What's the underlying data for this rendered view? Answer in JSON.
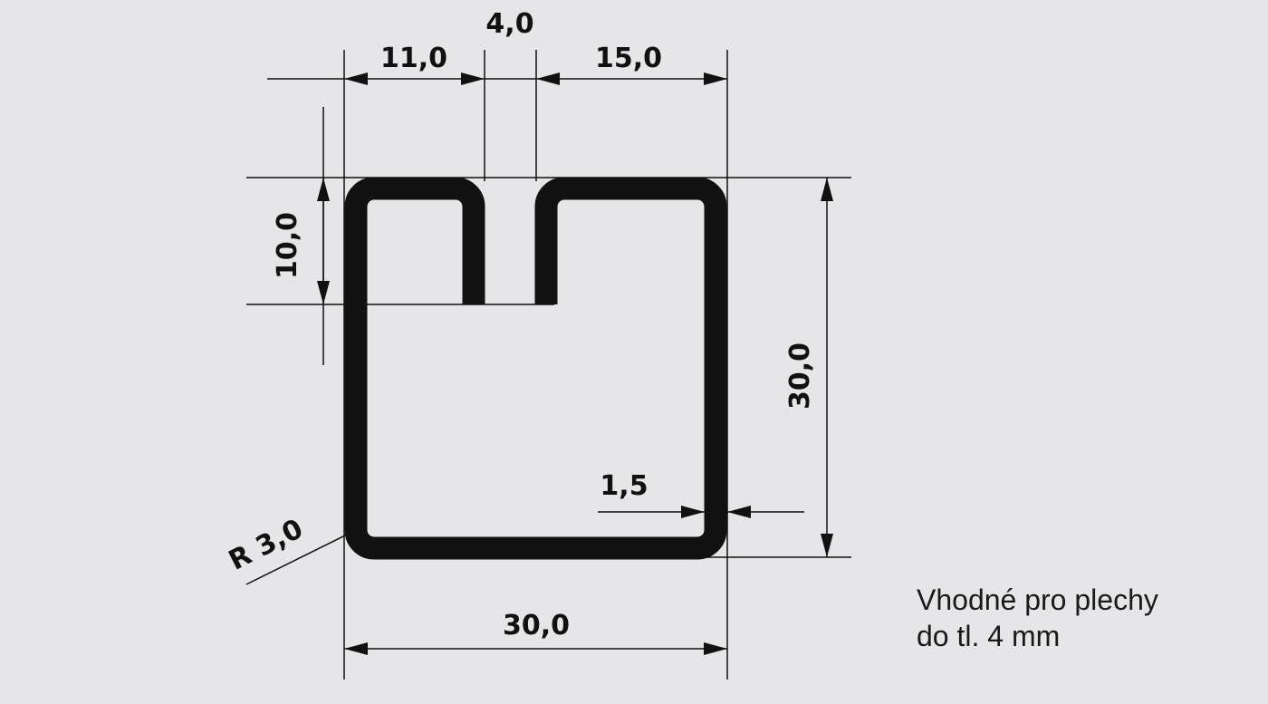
{
  "dimensions": {
    "top_left_width": "11,0",
    "slot_gap": "4,0",
    "top_right_width": "15,0",
    "lip_height": "10,0",
    "total_height": "30,0",
    "wall_thickness": "1,5",
    "corner_radius": "R 3,0",
    "total_width": "30,0"
  },
  "note": {
    "line1": "Vhodné pro plechy",
    "line2": "do tl. 4 mm"
  },
  "colors": {
    "background": "#e6e6e8",
    "profile": "#111111",
    "lines": "#111111"
  }
}
